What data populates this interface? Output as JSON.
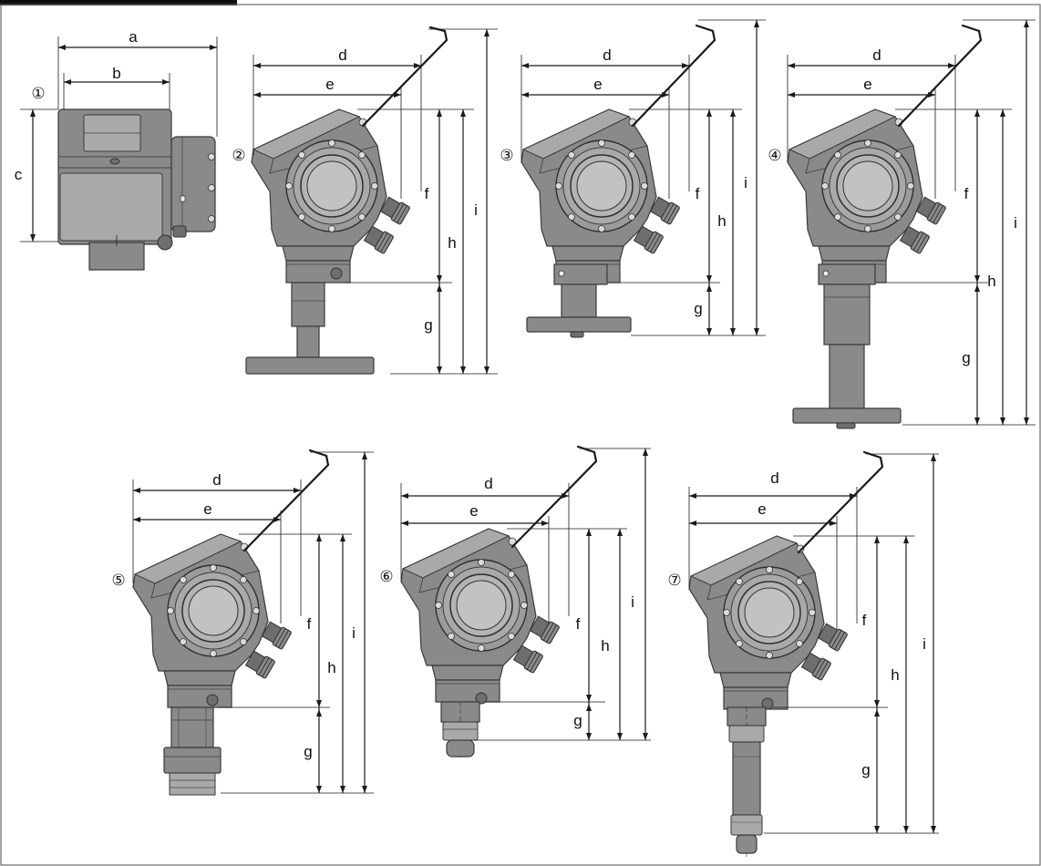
{
  "header": {
    "bar": ""
  },
  "variants": [
    "①",
    "②",
    "③",
    "④",
    "⑤",
    "⑥",
    "⑦"
  ],
  "dimension_labels": {
    "a": "a",
    "b": "b",
    "c": "c",
    "d": "d",
    "e": "e",
    "f": "f",
    "g": "g",
    "h": "h",
    "i": "i"
  },
  "colors": {
    "housing": "#8a8a8a",
    "line": "#1a1a1a",
    "border": "#6b6b6b"
  }
}
